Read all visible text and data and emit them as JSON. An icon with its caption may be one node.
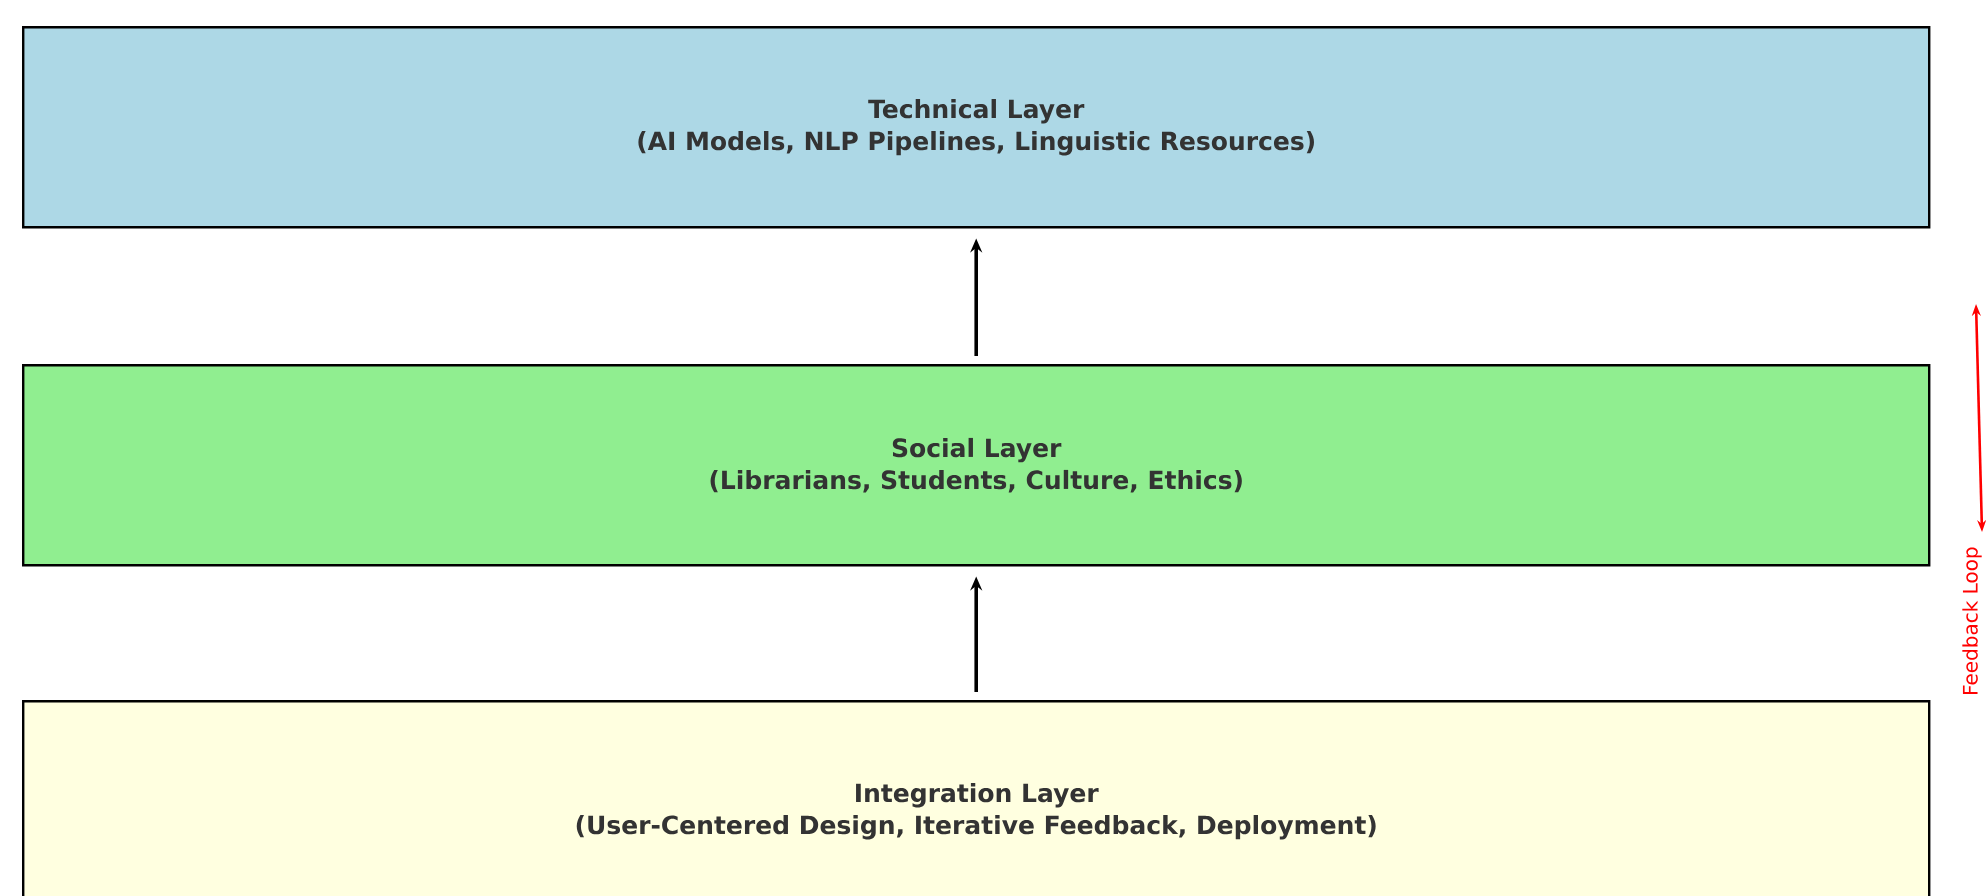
{
  "diagram": {
    "nodes": [
      {
        "text": [
          "Technical Layer",
          "(AI Models, NLP Pipelines, Linguistic Resources)"
        ]
      },
      {
        "text": [
          "Social Layer",
          "(Librarians, Students, Culture, Ethics)"
        ]
      },
      {
        "text": [
          "Integration Layer",
          "(User-Centered Design, Iterative Feedback, Deployment)"
        ]
      }
    ],
    "edges": [
      {
        "from": 1,
        "to": 0,
        "arrow": "to"
      },
      {
        "from": 2,
        "to": 1,
        "arrow": "to"
      }
    ],
    "labels": [
      "Feedback Loop"
    ]
  }
}
